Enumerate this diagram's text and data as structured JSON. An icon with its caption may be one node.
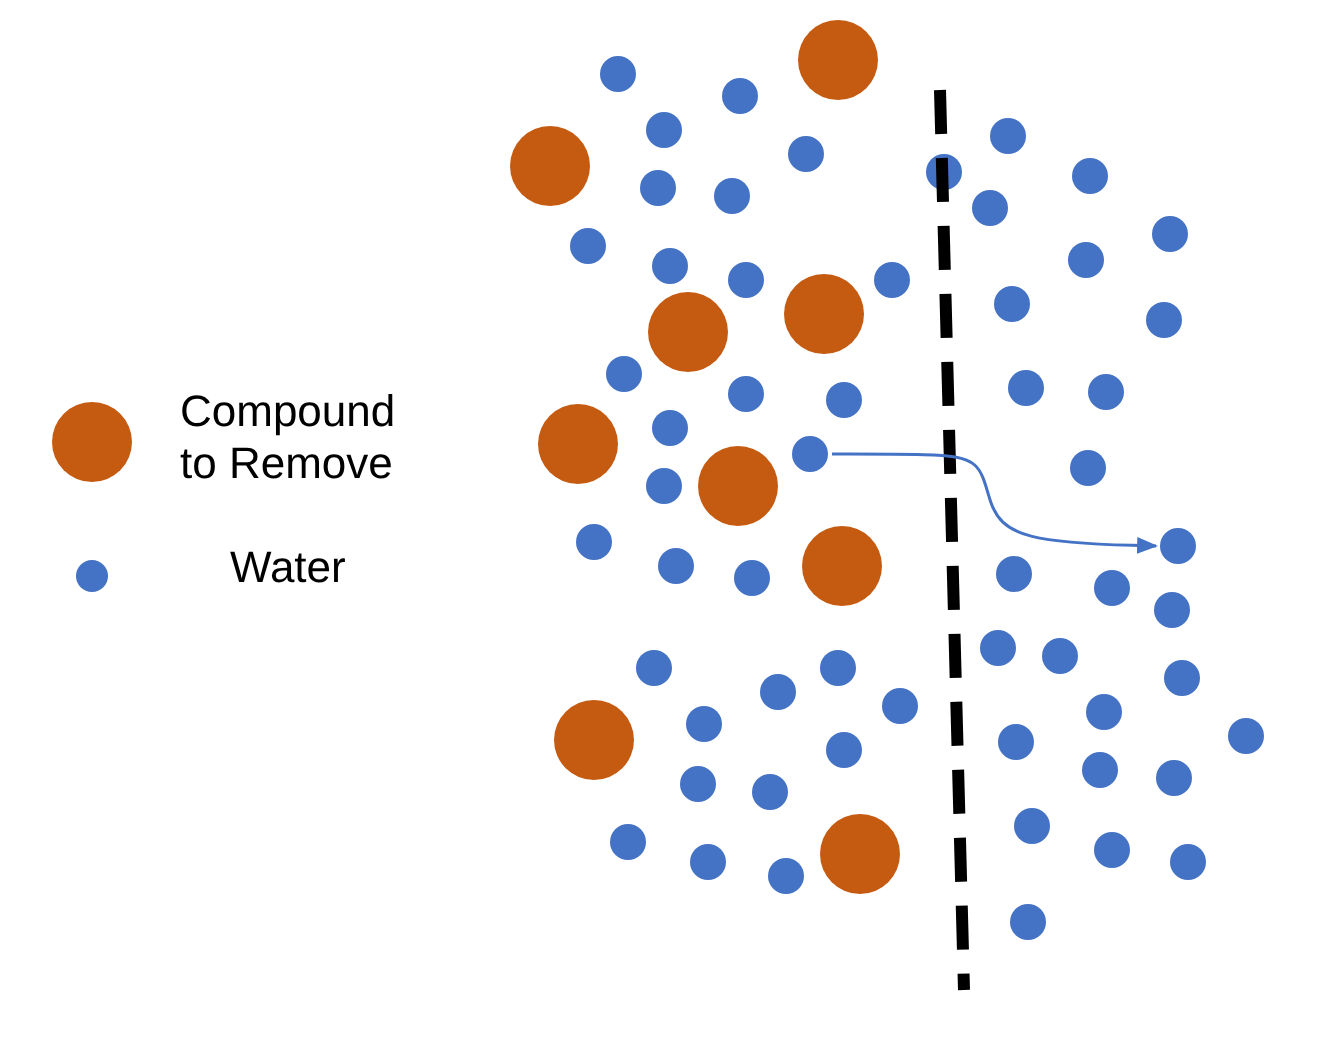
{
  "diagram": {
    "nodes": [
      {
        "text": [],
        "shape": "circle"
      },
      {
        "text": [],
        "shape": "circle"
      }
    ],
    "edges": [
      {
        "from": 0,
        "to": 1,
        "arrow": "to"
      }
    ],
    "legend": [
      {
        "text": "Compound to Remove"
      },
      {
        "text": "Water"
      }
    ]
  }
}
